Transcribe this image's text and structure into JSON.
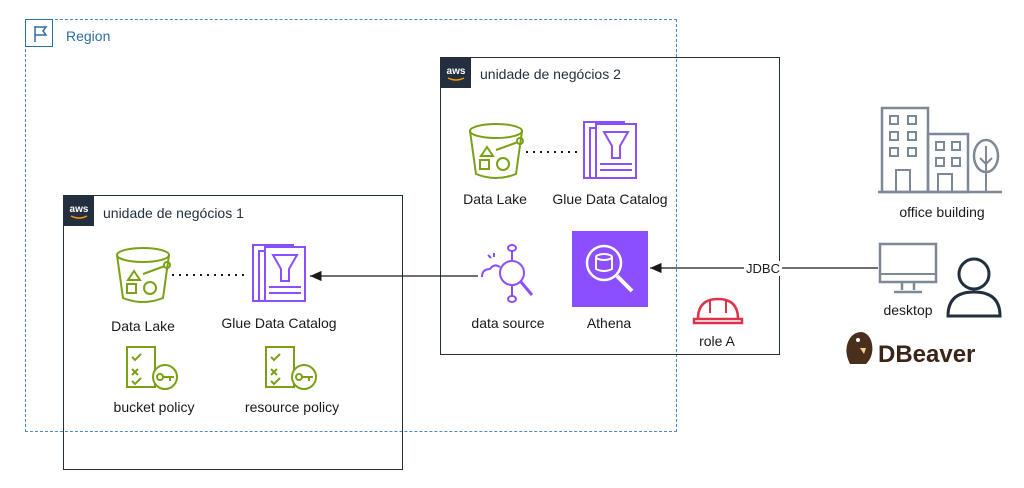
{
  "region": {
    "label": "Region"
  },
  "account1": {
    "label": "unidade de negócios 1",
    "data_lake": "Data Lake",
    "glue": "Glue Data Catalog",
    "bucket_policy": "bucket policy",
    "resource_policy": "resource policy"
  },
  "account2": {
    "label": "unidade de negócios 2",
    "data_lake": "Data Lake",
    "glue": "Glue Data Catalog",
    "data_source": "data source",
    "athena": "Athena",
    "role": "role A"
  },
  "external": {
    "office": "office building",
    "desktop": "desktop",
    "jdbc": "JDBC",
    "dbeaver_logo": "DBeaver"
  },
  "colors": {
    "storage_green": "#7aa116",
    "analytics_purple": "#8c4fff",
    "security_red": "#dd344c",
    "region_blue": "#2d6da6",
    "gray_icon": "#7d8998",
    "dark": "#232f3e"
  }
}
